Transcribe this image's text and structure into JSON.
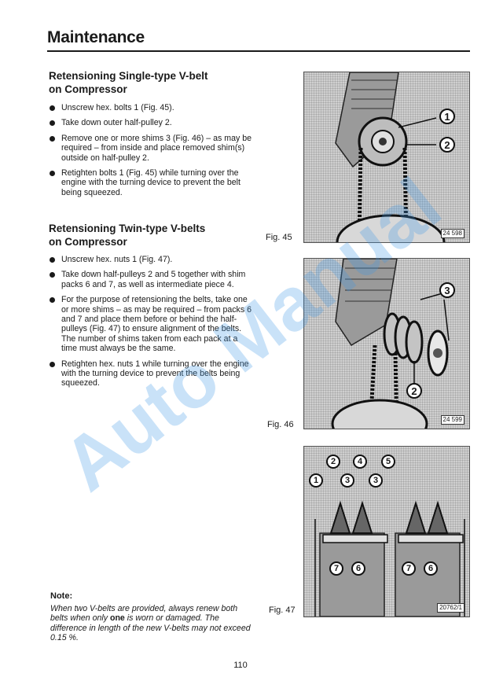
{
  "header": {
    "title": "Maintenance"
  },
  "section1": {
    "heading_line1": "Retensioning Single-type V-belt",
    "heading_line2": "on Compressor",
    "items": [
      "Unscrew hex. bolts 1 (Fig. 45).",
      "Take down outer half-pulley 2.",
      "Remove one or more shims 3 (Fig. 46) – as may be required – from inside and place removed shim(s) outside on half-pulley 2.",
      "Retighten bolts 1 (Fig. 45) while turning over the engine with the turning device to prevent the belt being squeezed."
    ]
  },
  "section2": {
    "heading_line1": "Retensioning Twin-type V-belts",
    "heading_line2": "on Compressor",
    "items": [
      "Unscrew hex. nuts 1 (Fig. 47).",
      "Take down half-pulleys 2 and 5 together with shim packs 6 and 7, as well as intermediate piece 4.",
      "For the purpose of retensioning the belts, take one or more shims – as may be required – from packs 6 and 7 and place them before or behind the half-pulleys (Fig. 47) to ensure alignment of the belts. The number of shims taken from each pack at a time must always be the same.",
      "Retighten hex. nuts 1 while turning over the engine with the turning device to prevent the belts being squeezed."
    ]
  },
  "note": {
    "title": "Note:",
    "text_before": "When two V-belts are provided, always renew both belts when only ",
    "text_bold": "one",
    "text_after": " is worn or damaged. The difference in length of the new V-belts may not exceed 0.15 %."
  },
  "figures": {
    "fig45": {
      "caption": "Fig. 45",
      "number": "24 598",
      "callouts": [
        "1",
        "2"
      ]
    },
    "fig46": {
      "caption": "Fig. 46",
      "number": "24 599",
      "callouts": [
        "3",
        "2"
      ]
    },
    "fig47": {
      "caption": "Fig. 47",
      "number": "20762/1",
      "callouts": [
        "2",
        "4",
        "5",
        "1",
        "3",
        "3",
        "7",
        "6",
        "7",
        "6"
      ]
    }
  },
  "watermark": "Auto Manual",
  "page": {
    "number": "110"
  }
}
